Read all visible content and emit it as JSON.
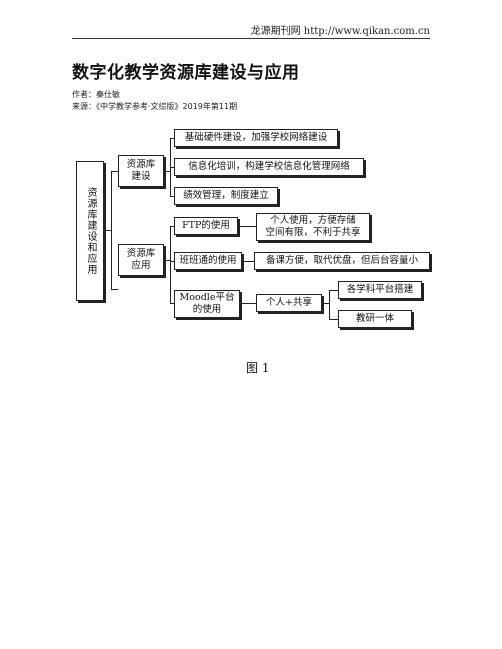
{
  "header": {
    "site": "龙源期刊网 http://www.qikan.com.cn"
  },
  "article": {
    "title": "数字化教学资源库建设与应用",
    "author": "作者：秦仕敏",
    "source": "来源：《中学教学参考·文综版》2019年第11期"
  },
  "figure": {
    "root": "资源库建设和应用",
    "build": {
      "label": "资源库\n建设",
      "items": [
        "基础硬件建设，加强学校网络建设",
        "信息化培训，构建学校信息化管理网络",
        "绩效管理，制度建立"
      ]
    },
    "apply": {
      "label": "资源库\n应用",
      "ftp": {
        "label": "FTP的使用",
        "desc": "个人使用，方便存储\n空间有限，不利于共享"
      },
      "banban": {
        "label": "班班通的使用",
        "desc": "备课方便，取代优盘，但后台容量小"
      },
      "moodle": {
        "label": "Moodle平台\n的使用",
        "desc": "个人+共享",
        "subs": [
          "各学科平台搭建",
          "教研一体"
        ]
      }
    },
    "caption": "图 1"
  }
}
